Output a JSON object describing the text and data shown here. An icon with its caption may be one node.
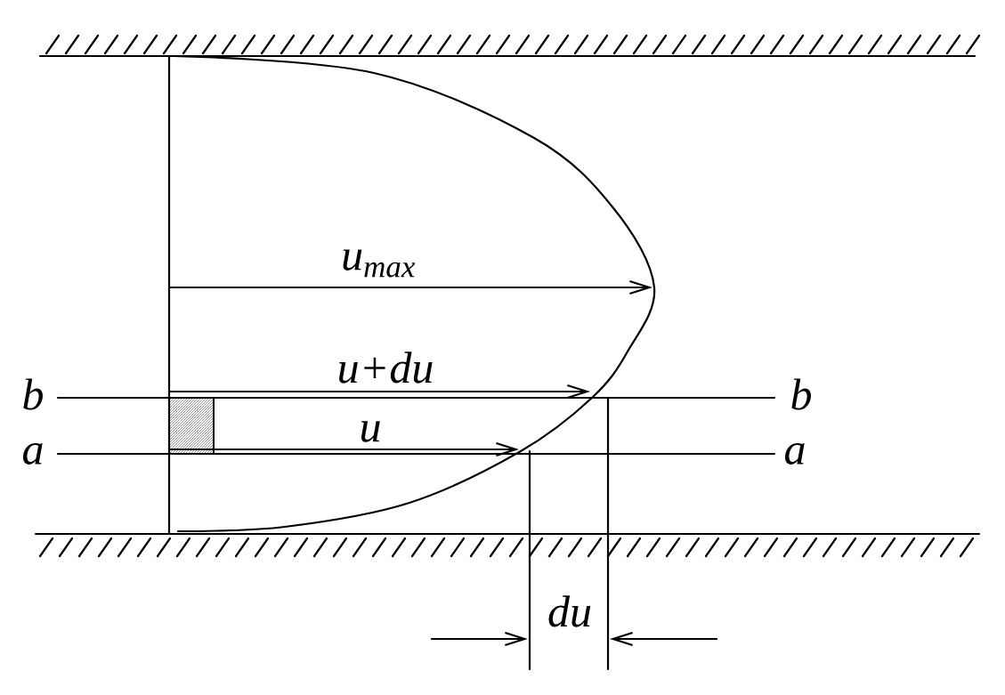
{
  "diagram": {
    "labels": [
      "u$_{max}$",
      "u+du",
      "b",
      "b",
      "u",
      "a",
      "a",
      "du"
    ]
  }
}
